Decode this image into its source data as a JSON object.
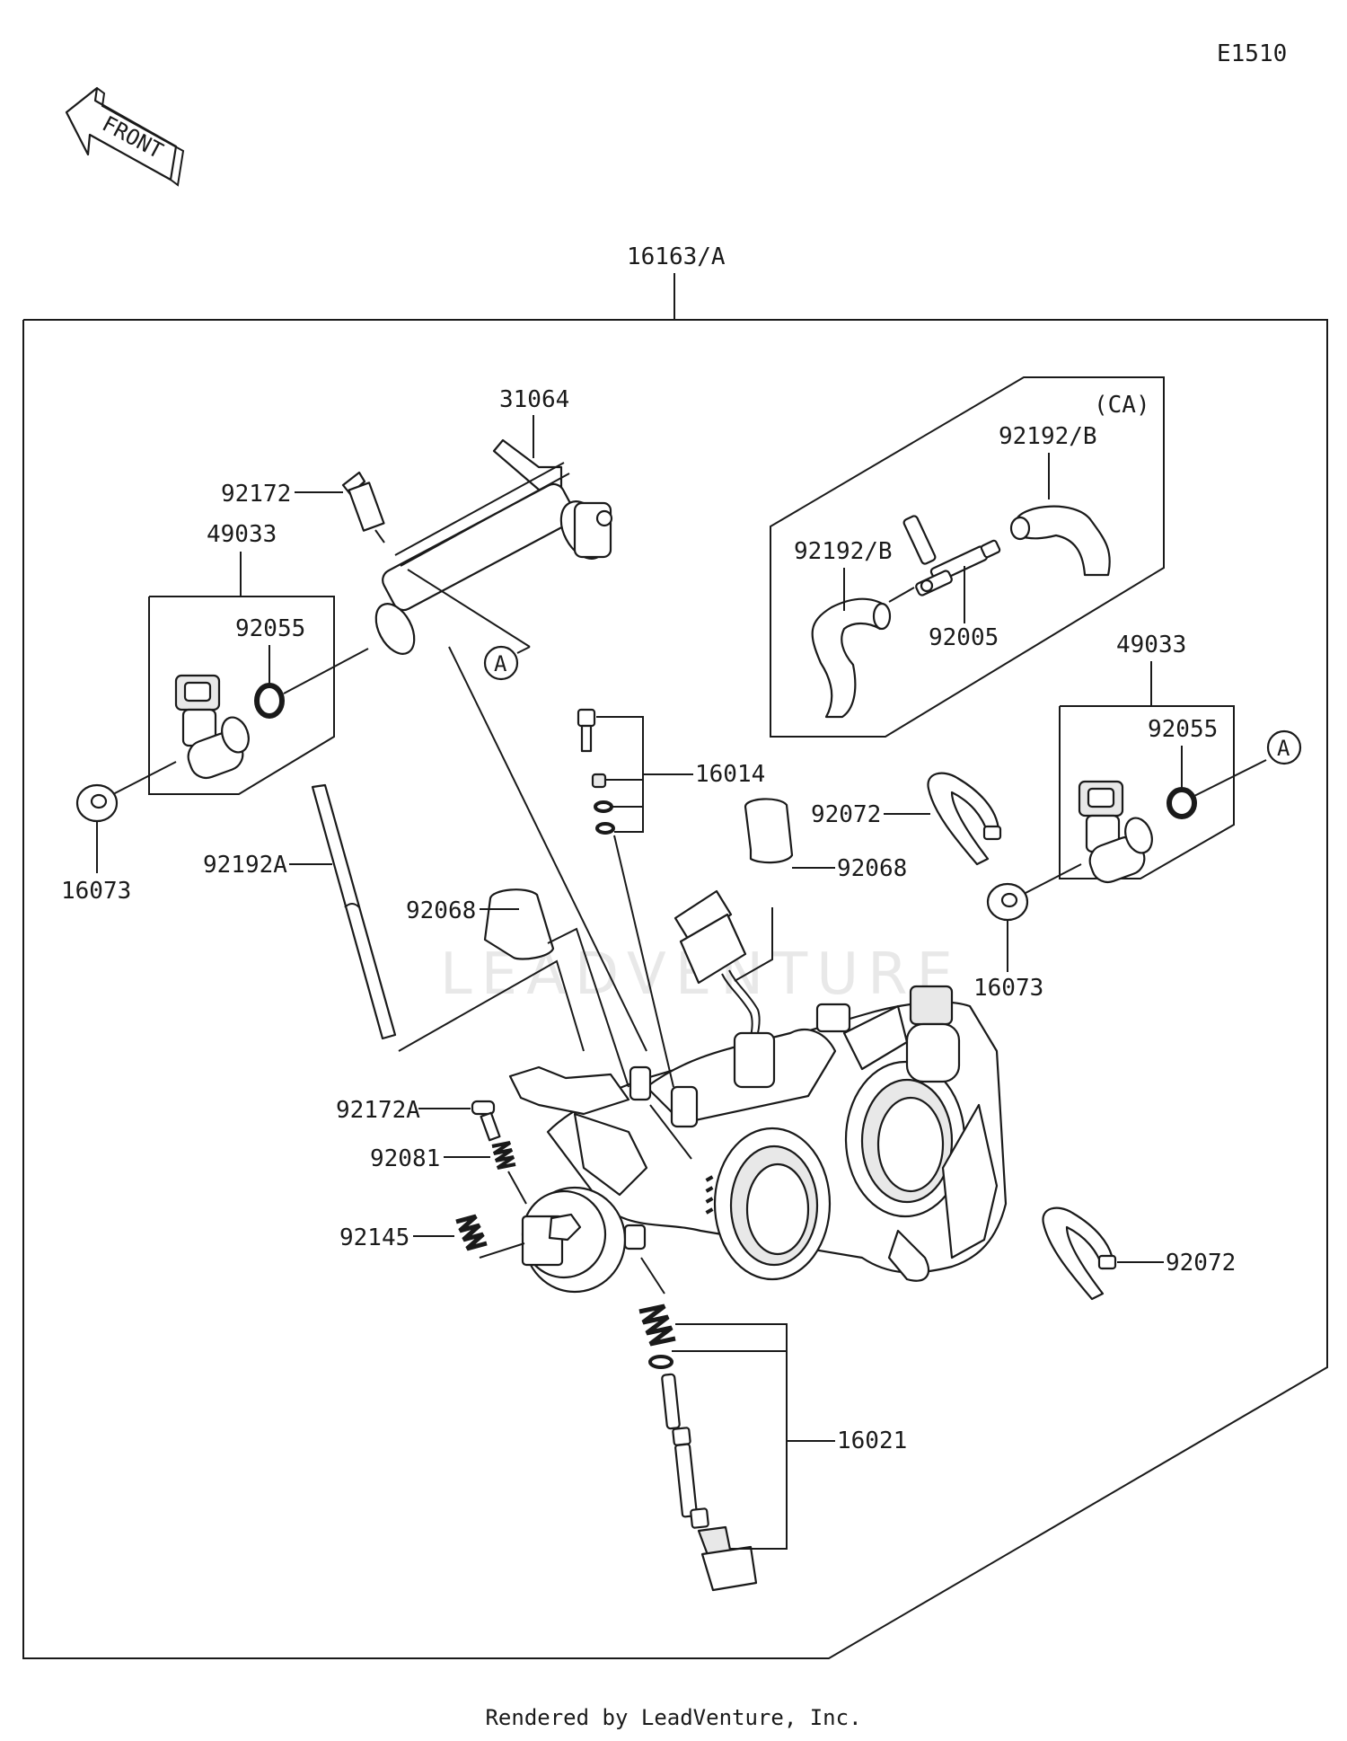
{
  "diagram_code": "E1510",
  "front_label": "FRONT",
  "assembly_label": "16163/A",
  "group_label": "(CA)",
  "callout_letter": "A",
  "watermark": "LEADVENTURE",
  "footer": "Rendered by LeadVenture, Inc.",
  "parts": {
    "p31064": "31064",
    "p92172": "92172",
    "p49033_left": "49033",
    "p92055_left": "92055",
    "p16073_left": "16073",
    "p92192B_top": "92192/B",
    "p92192B_left": "92192/B",
    "p92005": "92005",
    "p49033_right": "49033",
    "p92055_right": "92055",
    "p16014": "16014",
    "p92072_top": "92072",
    "p92068_right": "92068",
    "p92192A": "92192A",
    "p92068_left": "92068",
    "p16073_right": "16073",
    "p92172A": "92172A",
    "p92081": "92081",
    "p92145": "92145",
    "p92072_bottom": "92072",
    "p16021": "16021"
  }
}
